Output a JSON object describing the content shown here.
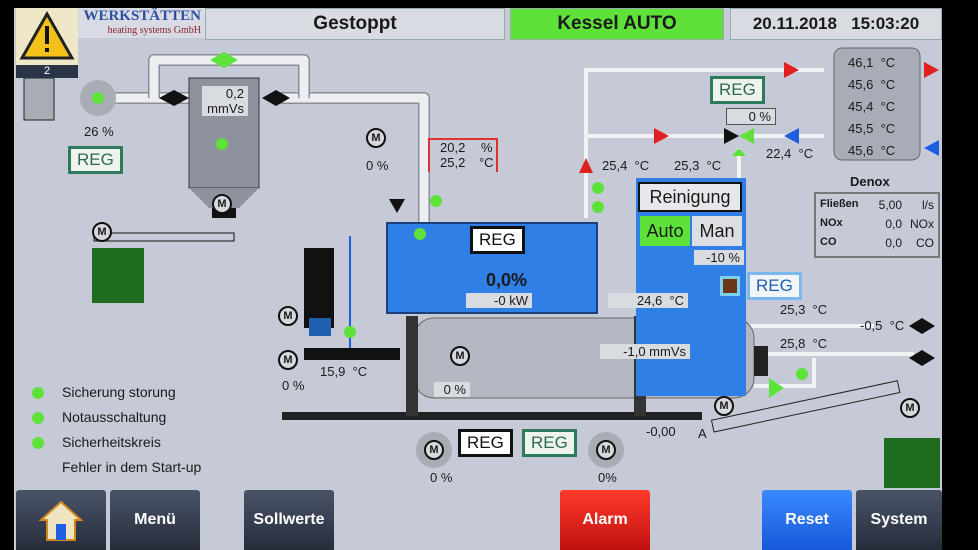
{
  "header": {
    "alarm_count": "2",
    "logo_line1": "WERKSTÄTTEN",
    "logo_line2": "heating systems GmbH",
    "status": "Gestoppt",
    "mode": "Kessel AUTO",
    "datetime": "20.11.2018   15:03:20",
    "mode_color": "#5ee23a"
  },
  "fan_left": {
    "value": "26 %",
    "reg": "REG"
  },
  "filter": {
    "pressure": "0,2",
    "unit": "mmVs"
  },
  "damper": {
    "value": "0 %"
  },
  "flue": {
    "o2": "20,2",
    "o2_unit": "%",
    "temp": "25,2",
    "temp_unit": "°C"
  },
  "boiler": {
    "reg": "REG",
    "power_pct": "0,0%",
    "power_kw": "-0 kW",
    "temp": "24,6  °C",
    "pressure": "-1,0 mmVs",
    "inner_pct": "0 %"
  },
  "cleaning": {
    "title": "Reinigung",
    "auto": "Auto",
    "man": "Man",
    "value": "-10 %",
    "reg": "REG"
  },
  "water": {
    "t_supply": "25,4  °C",
    "t_return": "25,3  °C",
    "t_return2": "22,4  °C",
    "valve_reg": "REG",
    "valve_pct": "0 %"
  },
  "buffer": {
    "temps": [
      "46,1  °C",
      "45,6  °C",
      "45,4  °C",
      "45,5  °C",
      "45,6  °C"
    ]
  },
  "denox": {
    "title": "Denox",
    "rows": [
      {
        "label": "Fließen",
        "value": "5,00",
        "unit": "l/s"
      },
      {
        "label": "NOx",
        "value": "0,0",
        "unit": "NOx"
      },
      {
        "label": "CO",
        "value": "0,0",
        "unit": "CO"
      }
    ]
  },
  "right_pipes": {
    "t1": "25,3  °C",
    "t2": "25,8  °C",
    "t3": "-0,5  °C"
  },
  "feed": {
    "temp": "15,9  °C",
    "pct": "0 %"
  },
  "bottom_fans": {
    "reg1": "REG",
    "reg2": "REG",
    "pct1": "0 %",
    "pct2": "0%",
    "pressure": "-0,00",
    "label_a": "A"
  },
  "status_list": [
    {
      "label": "Sicherung storung",
      "ok": true
    },
    {
      "label": "Notausschaltung",
      "ok": true
    },
    {
      "label": "Sicherheitskreis",
      "ok": true
    },
    {
      "label": "Fehler in dem Start-up",
      "ok": false
    }
  ],
  "motor_label": "M",
  "nav": {
    "home_icon": "home-icon",
    "menu": "Menü",
    "setpoints": "Sollwerte",
    "alarm": "Alarm",
    "reset": "Reset",
    "system": "System",
    "alarm_color": "#e01818",
    "reset_color": "#1e6ef0"
  }
}
